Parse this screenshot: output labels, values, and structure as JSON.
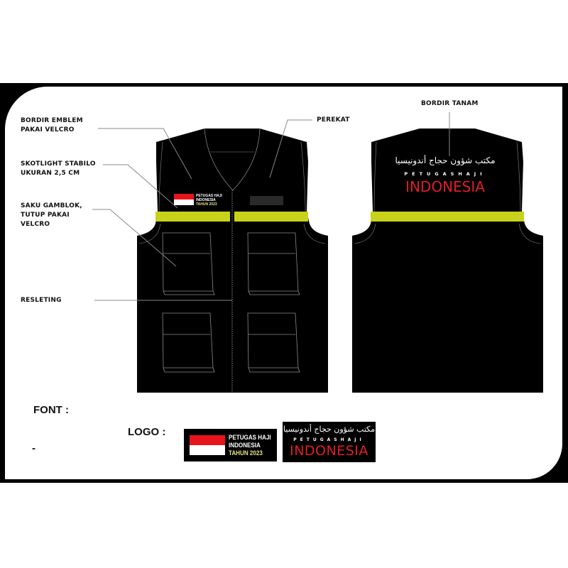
{
  "colors": {
    "frame": "#000000",
    "panel": "#ffffff",
    "vest": "#000000",
    "reflective_stripe": "#c8d21a",
    "stitch_line": "#8a8a8a",
    "flag_red": "#e8141c",
    "indonesia_red": "#e01e26",
    "tahun_yellow": "#e6e28a"
  },
  "annotations": {
    "bordir_emblem": [
      "BORDIR EMBLEM",
      "PAKAI VELCRO"
    ],
    "skotlight": [
      "SKOTLIGHT STABILO",
      "UKURAN 2,5 CM"
    ],
    "saku": [
      "SAKU GAMBLOK,",
      "TUTUP PAKAI",
      "VELCRO"
    ],
    "resleting": "RESLETING",
    "perekat": "PEREKAT",
    "bordir_tanam": "BORDIR TANAM"
  },
  "front_vest": {
    "emblem": {
      "line1": "PETUGAS HAJI",
      "line2": "INDONESIA",
      "line3": "TAHUN 2023"
    }
  },
  "back_vest": {
    "arabic": "مكتب شؤون حجاج أندونيسيا",
    "petugas": "PETUGASHAJI",
    "indonesia": "INDONESIA"
  },
  "footer": {
    "font_label": "FONT :",
    "font_value": "-",
    "logo_label": "LOGO :"
  },
  "logos": {
    "logo1": {
      "line1": "PETUGAS HAJI",
      "line2": "INDONESIA",
      "line3": "TAHUN 2023"
    },
    "logo2": {
      "arabic": "مكتب شؤون حجاج أندونيسيا",
      "petugas": "PETUGASHAJI",
      "indonesia": "INDONESIA"
    }
  }
}
